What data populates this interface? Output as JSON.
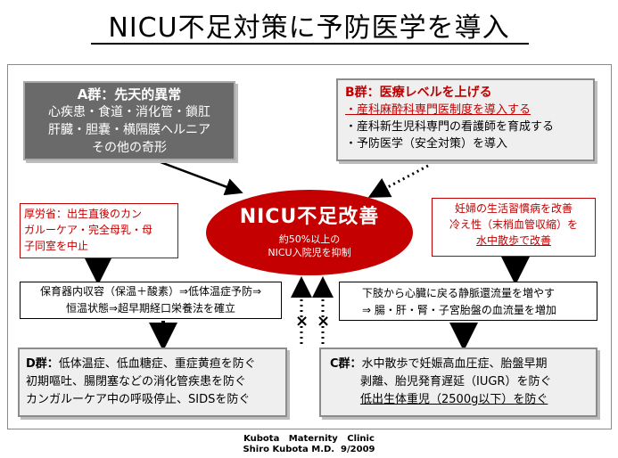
{
  "title": "NICU不足対策に予防医学を導入",
  "group_a": {
    "header": "A群：先天的異常",
    "lines": [
      "心疾患・食道・消化管・鎖肛",
      "肝臓・胆嚢・横隔膜ヘルニア",
      "その他の奇形"
    ]
  },
  "group_b": {
    "header": "B群：医療レベルを上げる",
    "lines": [
      "・産科麻酔科専門医制度を導入する",
      "・産科新生児科専門の看護師を育成する",
      "・予防医学（安全対策）を導入"
    ]
  },
  "center": {
    "title": "NICU不足改善",
    "sub_line1": "約50%以上の",
    "sub_line2": "NICU入院児を抑制"
  },
  "left_note": {
    "lines": [
      "厚労省：出生直後のカン",
      "ガルーケア・完全母乳・母",
      "子同室を中止"
    ]
  },
  "right_note": {
    "lines": [
      "妊婦の生活習慣病を改善",
      "冷え性（末梢血管収縮）を",
      "水中散歩で改善"
    ]
  },
  "middle_left": {
    "lines": [
      "保育器内収容（保温＋酸素）⇒低体温症予防⇒",
      "恒温状態⇒超早期経口栄養法を確立"
    ]
  },
  "middle_right": {
    "lines": [
      "下肢から心臓に戻る静脈還流量を増やす",
      "⇒ 腸・肝・腎・子宮胎盤の血流量を増加"
    ]
  },
  "group_d": {
    "label": "D群：",
    "lines": [
      "低体温症、低血糖症、重症黄疸を防ぐ",
      "初期嘔吐、腸閉塞などの消化管疾患を防ぐ",
      "カンガルーケア中の呼吸停止、SIDSを防ぐ"
    ]
  },
  "group_c": {
    "label": "C群：",
    "lines": [
      "水中散歩で妊娠高血圧症、胎盤早期",
      "剥離、胎児発育遅延（IUGR）を防ぐ",
      "低出生体重児（2500g以下）を防ぐ"
    ]
  },
  "blocked_mark": "×",
  "credit": {
    "line1": "Kubota   Maternity   Clinic",
    "line2": "Shiro Kubota M.D.  9/2009"
  },
  "colors": {
    "accent_red": "#c40000",
    "text_red": "#c00000",
    "group_a_fill": "#6a6a6a",
    "panel_fill": "#efefef"
  }
}
